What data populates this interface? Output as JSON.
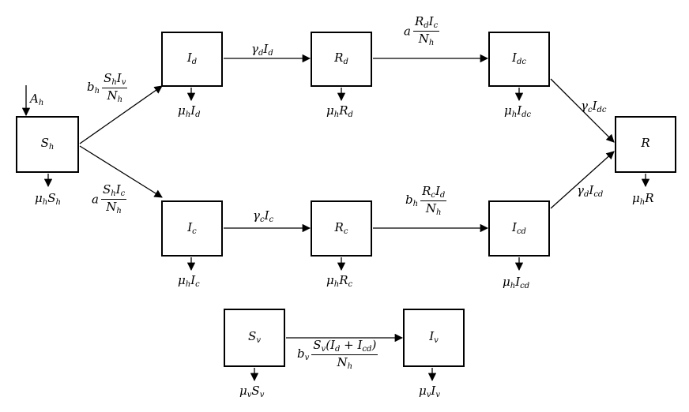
{
  "compartments": {
    "Sh": {
      "base": "S",
      "sub": "h"
    },
    "Id": {
      "base": "I",
      "sub": "d"
    },
    "Rd": {
      "base": "R",
      "sub": "d"
    },
    "Idc": {
      "base": "I",
      "sub": "dc"
    },
    "Ic": {
      "base": "I",
      "sub": "c"
    },
    "Rc": {
      "base": "R",
      "sub": "c"
    },
    "Icd": {
      "base": "I",
      "sub": "cd"
    },
    "R": {
      "base": "R",
      "sub": ""
    },
    "Sv": {
      "base": "S",
      "sub": "v"
    },
    "Iv": {
      "base": "I",
      "sub": "v"
    }
  },
  "inflow": {
    "base": "A",
    "sub": "h"
  },
  "outflows": {
    "Sh": [
      "μ",
      "h",
      "S",
      "h"
    ],
    "Id": [
      "μ",
      "h",
      "I",
      "d"
    ],
    "Rd": [
      "μ",
      "h",
      "R",
      "d"
    ],
    "Idc": [
      "μ",
      "h",
      "I",
      "dc"
    ],
    "Ic": [
      "μ",
      "h",
      "I",
      "c"
    ],
    "Rc": [
      "μ",
      "h",
      "R",
      "c"
    ],
    "Icd": [
      "μ",
      "h",
      "I",
      "cd"
    ],
    "R": [
      "μ",
      "h",
      "R",
      ""
    ],
    "Sv": [
      "μ",
      "v",
      "S",
      "v"
    ],
    "Iv": [
      "μ",
      "v",
      "I",
      "v"
    ]
  },
  "transitions": {
    "Id_Rd": [
      "γ",
      "d",
      "I",
      "d"
    ],
    "Ic_Rc": [
      "γ",
      "c",
      "I",
      "c"
    ],
    "Idc_R": [
      "γ",
      "c",
      "I",
      "dc"
    ],
    "Icd_R": [
      "γ",
      "d",
      "I",
      "cd"
    ]
  },
  "infections": {
    "Sh_Id": {
      "coef": [
        "b",
        "h"
      ],
      "num": [
        [
          "S",
          "h"
        ],
        [
          "I",
          "v"
        ]
      ],
      "den": [
        "N",
        "h"
      ]
    },
    "Sh_Ic": {
      "coef": [
        "a",
        ""
      ],
      "num": [
        [
          "S",
          "h"
        ],
        [
          "I",
          "c"
        ]
      ],
      "den": [
        "N",
        "h"
      ]
    },
    "Rd_Idc": {
      "coef": [
        "a",
        ""
      ],
      "num": [
        [
          "R",
          "d"
        ],
        [
          "I",
          "c"
        ]
      ],
      "den": [
        "N",
        "h"
      ]
    },
    "Rc_Icd": {
      "coef": [
        "b",
        "h"
      ],
      "num": [
        [
          "R",
          "c"
        ],
        [
          "I",
          "d"
        ]
      ],
      "den": [
        "N",
        "h"
      ]
    },
    "Sv_Iv": {
      "coef": [
        "b",
        "v"
      ],
      "num_parts": [
        "S",
        "v",
        "(I",
        "d",
        " + I",
        "cd",
        ")"
      ],
      "den": [
        "N",
        "h"
      ]
    }
  }
}
